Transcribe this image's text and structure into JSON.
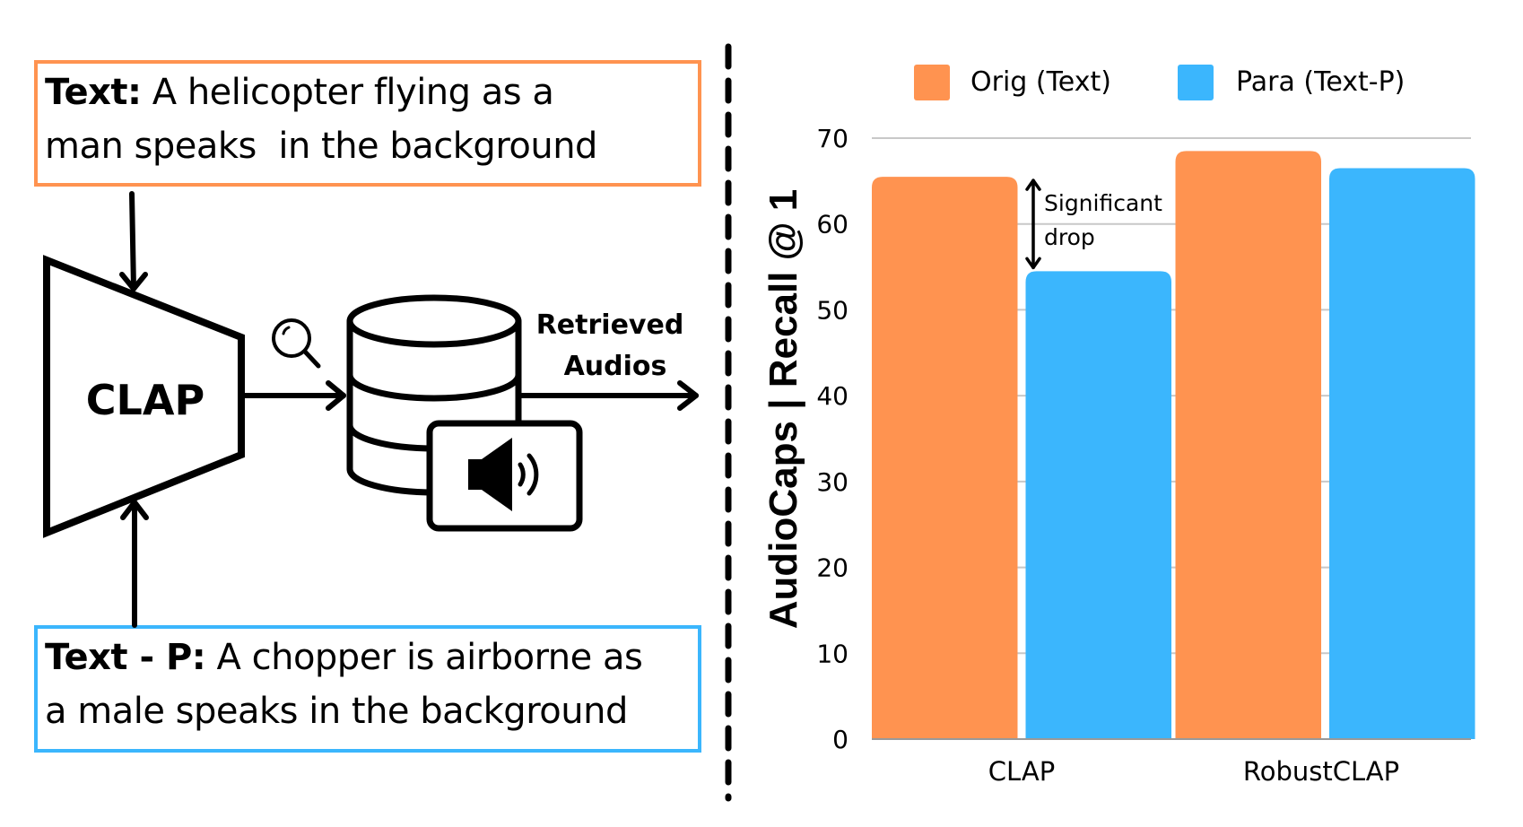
{
  "diagram": {
    "text_box": {
      "label": "Text:",
      "content": "A helicopter flying as a man speaks  in the background",
      "line1": "A helicopter flying as a",
      "line2": "man speaks  in the background",
      "border_color": "#ff9350"
    },
    "paraphrase_box": {
      "label": "Text - P:",
      "content": "A chopper is airborne as a male speaks in the background",
      "line1": "A chopper is airborne as",
      "line2": "a male speaks in the background",
      "border_color": "#3bb6fd"
    },
    "model_label": "CLAP",
    "output_label_line1": "Retrieved",
    "output_label_line2": "Audios",
    "icons": [
      "search-icon",
      "database-icon",
      "speaker-icon"
    ]
  },
  "chart_data": {
    "type": "bar",
    "title": "",
    "xlabel": "",
    "ylabel": "AudioCaps | Recall @ 1",
    "categories": [
      "CLAP",
      "RobustCLAP"
    ],
    "series": [
      {
        "name": "Orig (Text)",
        "color": "#ff9350",
        "values": [
          65.5,
          68.5
        ]
      },
      {
        "name": "Para (Text-P)",
        "color": "#3bb6fd",
        "values": [
          54.5,
          66.5
        ]
      }
    ],
    "ylim": [
      0,
      70
    ],
    "yticks": [
      0,
      10,
      20,
      30,
      40,
      50,
      60,
      70
    ],
    "grid": true,
    "legend": "top",
    "annotation": {
      "text_line1": "Significant",
      "text_line2": "drop",
      "between": [
        "CLAP Orig (Text)",
        "CLAP Para (Text-P)"
      ]
    }
  }
}
